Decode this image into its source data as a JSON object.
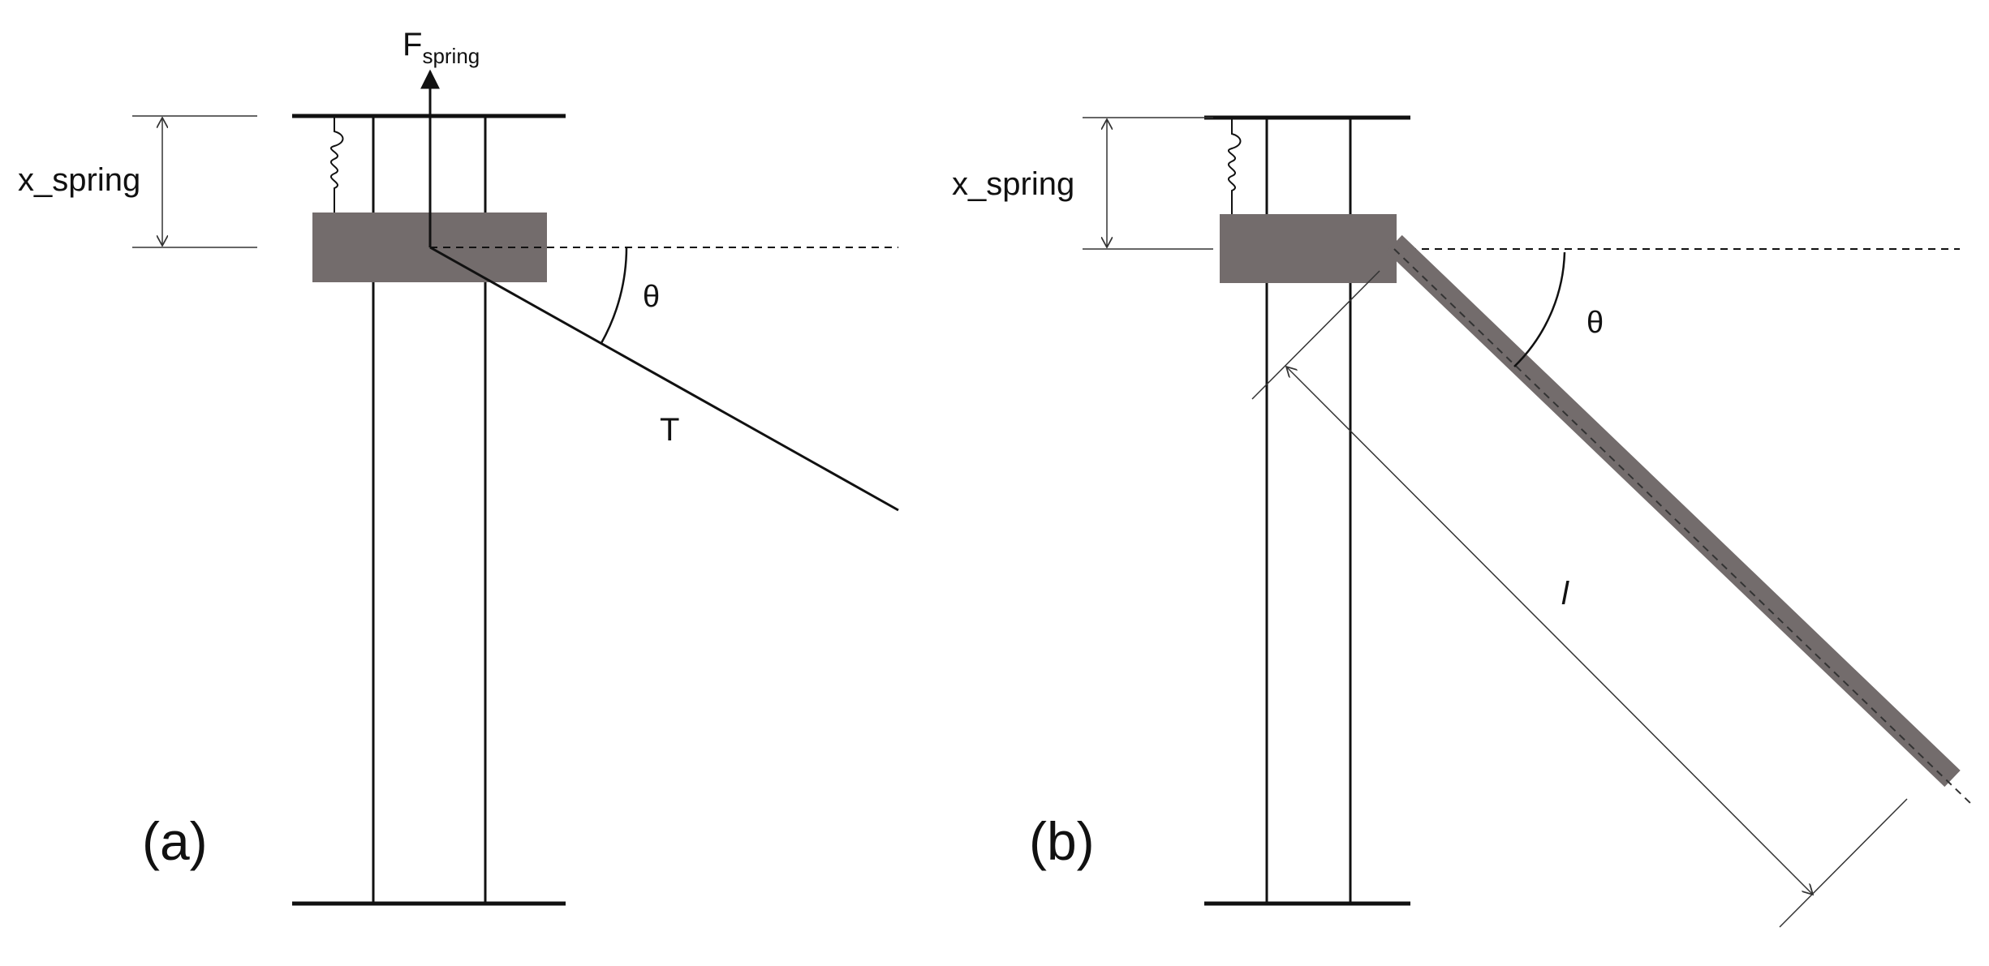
{
  "panel_a": {
    "panel_label": "(a)",
    "displacement_label": "x_spring",
    "force_label_main": "F",
    "force_label_sub": "spring",
    "angle_label": "θ",
    "tension_label": "T"
  },
  "panel_b": {
    "panel_label": "(b)",
    "displacement_label": "x_spring",
    "angle_label": "θ",
    "length_label": "l"
  },
  "colors": {
    "line": "#111111",
    "block_fill": "#736c6c",
    "dim_line": "#333333"
  }
}
